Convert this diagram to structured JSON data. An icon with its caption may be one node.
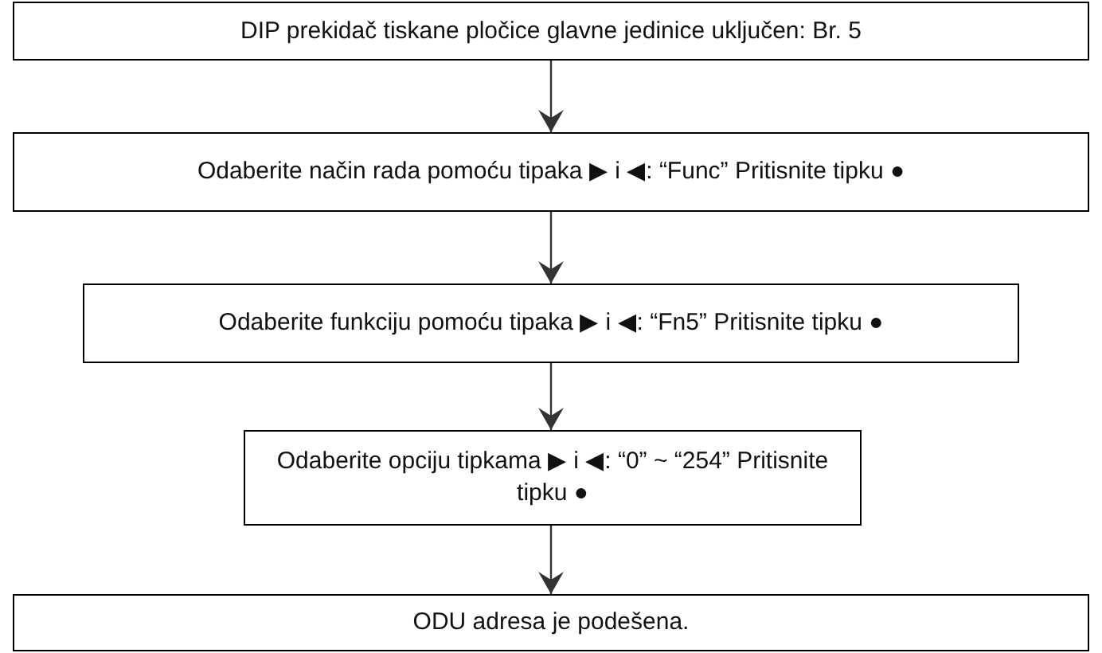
{
  "diagram": {
    "nodes": [
      {
        "text": [
          "DIP prekidač tiskane pločice glavne jedinice uključen: Br. 5"
        ]
      },
      {
        "text": [
          "Odaberite način rada pomoću tipaka ▶ i ◀: “Func” Pritisnite tipku ●"
        ]
      },
      {
        "text": [
          "Odaberite funkciju pomoću tipaka ▶ i ◀: “Fn5” Pritisnite tipku ●"
        ]
      },
      {
        "text": [
          "Odaberite opciju tipkama ▶ i ◀: “0” ~ “254” Pritisnite tipku ●"
        ]
      },
      {
        "text": [
          "ODU adresa je podešena."
        ]
      }
    ],
    "edges": [
      {
        "from": 0,
        "to": 1,
        "arrow": "to"
      },
      {
        "from": 1,
        "to": 2,
        "arrow": "to"
      },
      {
        "from": 2,
        "to": 3,
        "arrow": "to"
      },
      {
        "from": 3,
        "to": 4,
        "arrow": "to"
      }
    ]
  }
}
